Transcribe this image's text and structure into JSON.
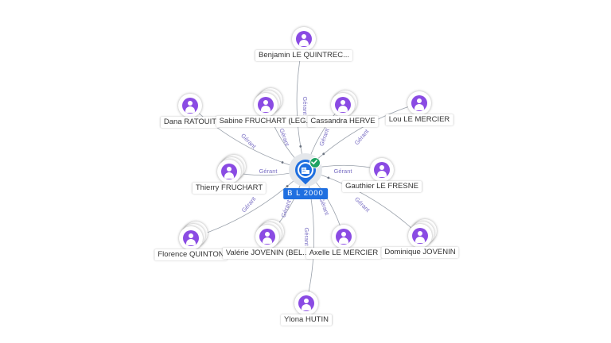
{
  "center": {
    "label": "B L 2000",
    "icon": "building-icon",
    "badge": "check-icon",
    "color": "#1f6fe0"
  },
  "edge_label": "Gérant",
  "colors": {
    "edge": "#9aa1ab",
    "edge_label": "#7a6fc4",
    "avatar": "#8a4be3",
    "badge": "#1fa363"
  },
  "people": [
    {
      "name": "Benjamin LE QUINTREC..."
    },
    {
      "name": "Dana RATOUIT"
    },
    {
      "name": "Sabine FRUCHART (LEG..."
    },
    {
      "name": "Cassandra HERVE"
    },
    {
      "name": "Lou LE MERCIER"
    },
    {
      "name": "Thierry FRUCHART"
    },
    {
      "name": "Gauthier LE FRESNE"
    },
    {
      "name": "Florence QUINTON"
    },
    {
      "name": "Valérie JOVENIN (BEL..."
    },
    {
      "name": "Axelle LE MERCIER"
    },
    {
      "name": "Dominique JOVENIN"
    },
    {
      "name": "Ylona HUTIN"
    }
  ]
}
